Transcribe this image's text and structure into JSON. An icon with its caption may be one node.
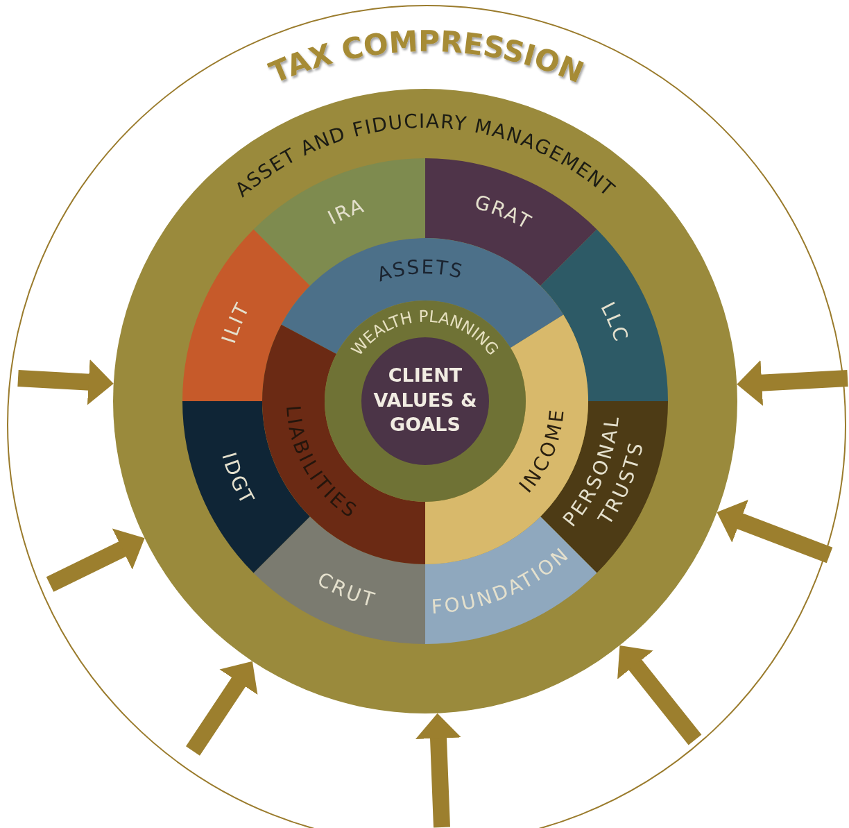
{
  "diagram": {
    "nodes": [
      {
        "text": [
          "TAX COMPRESSION"
        ]
      },
      {
        "text": [
          "ASSET AND FIDUCIARY MANAGEMENT"
        ],
        "in": 0
      },
      {
        "text": [
          "IRA"
        ],
        "in": 1
      },
      {
        "text": [
          "GRAT"
        ],
        "in": 1
      },
      {
        "text": [
          "LLC"
        ],
        "in": 1
      },
      {
        "text": [
          "PERSONAL TRUSTS"
        ],
        "in": 1
      },
      {
        "text": [
          "FOUNDATION"
        ],
        "in": 1
      },
      {
        "text": [
          "CRUT"
        ],
        "in": 1
      },
      {
        "text": [
          "IDGT"
        ],
        "in": 1
      },
      {
        "text": [
          "ILIT"
        ],
        "in": 1
      },
      {
        "text": [
          "ASSETS"
        ],
        "in": 1
      },
      {
        "text": [
          "INCOME"
        ],
        "in": 1
      },
      {
        "text": [
          "LIABILITIES"
        ],
        "in": 1
      },
      {
        "text": [
          "WEALTH PLANNING"
        ],
        "in": 1
      },
      {
        "text": [
          "CLIENT VALUES & GOALS"
        ],
        "in": 13
      }
    ],
    "edges": [
      {
        "from": null,
        "to": 1,
        "arrow": "to"
      },
      {
        "from": null,
        "to": 1,
        "arrow": "to"
      },
      {
        "from": null,
        "to": 1,
        "arrow": "to"
      },
      {
        "from": null,
        "to": 1,
        "arrow": "to"
      },
      {
        "from": null,
        "to": 1,
        "arrow": "to"
      },
      {
        "from": null,
        "to": 1,
        "arrow": "to"
      },
      {
        "from": null,
        "to": 1,
        "arrow": "to"
      }
    ]
  }
}
